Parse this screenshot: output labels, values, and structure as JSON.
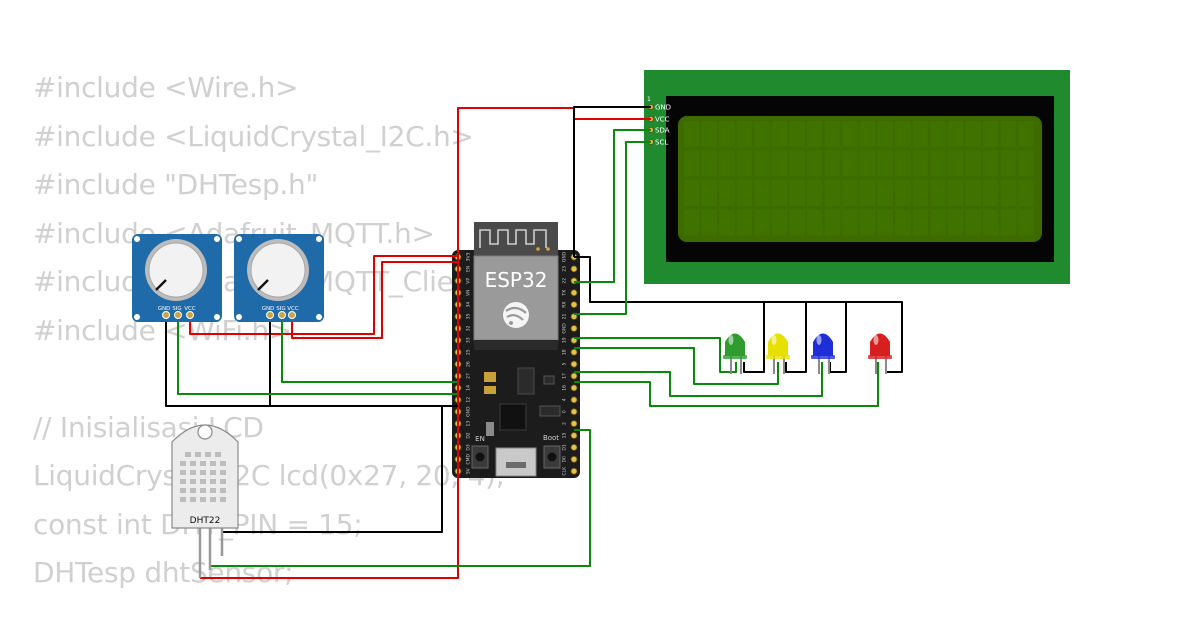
{
  "code_lines": [
    "#include <Wire.h>",
    "#include <LiquidCrystal_I2C.h>",
    "#include \"DHTesp.h\"",
    "#include <Adafruit_MQTT.h>",
    "#include <Adafruit_MQTT_Client.h>",
    "#include <WiFi.h>",
    "",
    "// Inisialisasi LCD",
    "LiquidCrystal_I2C lcd(0x27, 20, 4);",
    "const int DHT_PIN = 15;",
    "DHTesp dhtSensor;"
  ],
  "lcd": {
    "pin_index": "1",
    "pins": [
      "GND",
      "VCC",
      "SDA",
      "SCL"
    ],
    "frame_color": "#1f8a2e",
    "screen_color": "#3d6b00"
  },
  "esp32": {
    "label": "ESP32",
    "board_color": "#1c1c1c",
    "left_pins": [
      "3V3",
      "EN",
      "VP",
      "VN",
      "34",
      "35",
      "32",
      "33",
      "25",
      "26",
      "27",
      "14",
      "12",
      "GND",
      "13",
      "D2",
      "D3",
      "CMD",
      "5V"
    ],
    "right_pins": [
      "GND",
      "23",
      "22",
      "TX",
      "RX",
      "21",
      "GND",
      "19",
      "18",
      "5",
      "17",
      "16",
      "4",
      "0",
      "2",
      "15",
      "D1",
      "D0",
      "CLK"
    ],
    "buttons": [
      "EN",
      "Boot"
    ]
  },
  "potentiometers": [
    {
      "pins": [
        "GND",
        "SIG",
        "VCC"
      ]
    },
    {
      "pins": [
        "GND",
        "SIG",
        "VCC"
      ]
    }
  ],
  "dht22": {
    "label": "DHT22"
  },
  "leds": [
    {
      "color": "#2e9c2e"
    },
    {
      "color": "#e8e000"
    },
    {
      "color": "#1f2fd8"
    },
    {
      "color": "#d81f1f"
    }
  ],
  "wire_colors": {
    "power": "#e00000",
    "ground": "#000000",
    "signal": "#0a8a0a"
  }
}
